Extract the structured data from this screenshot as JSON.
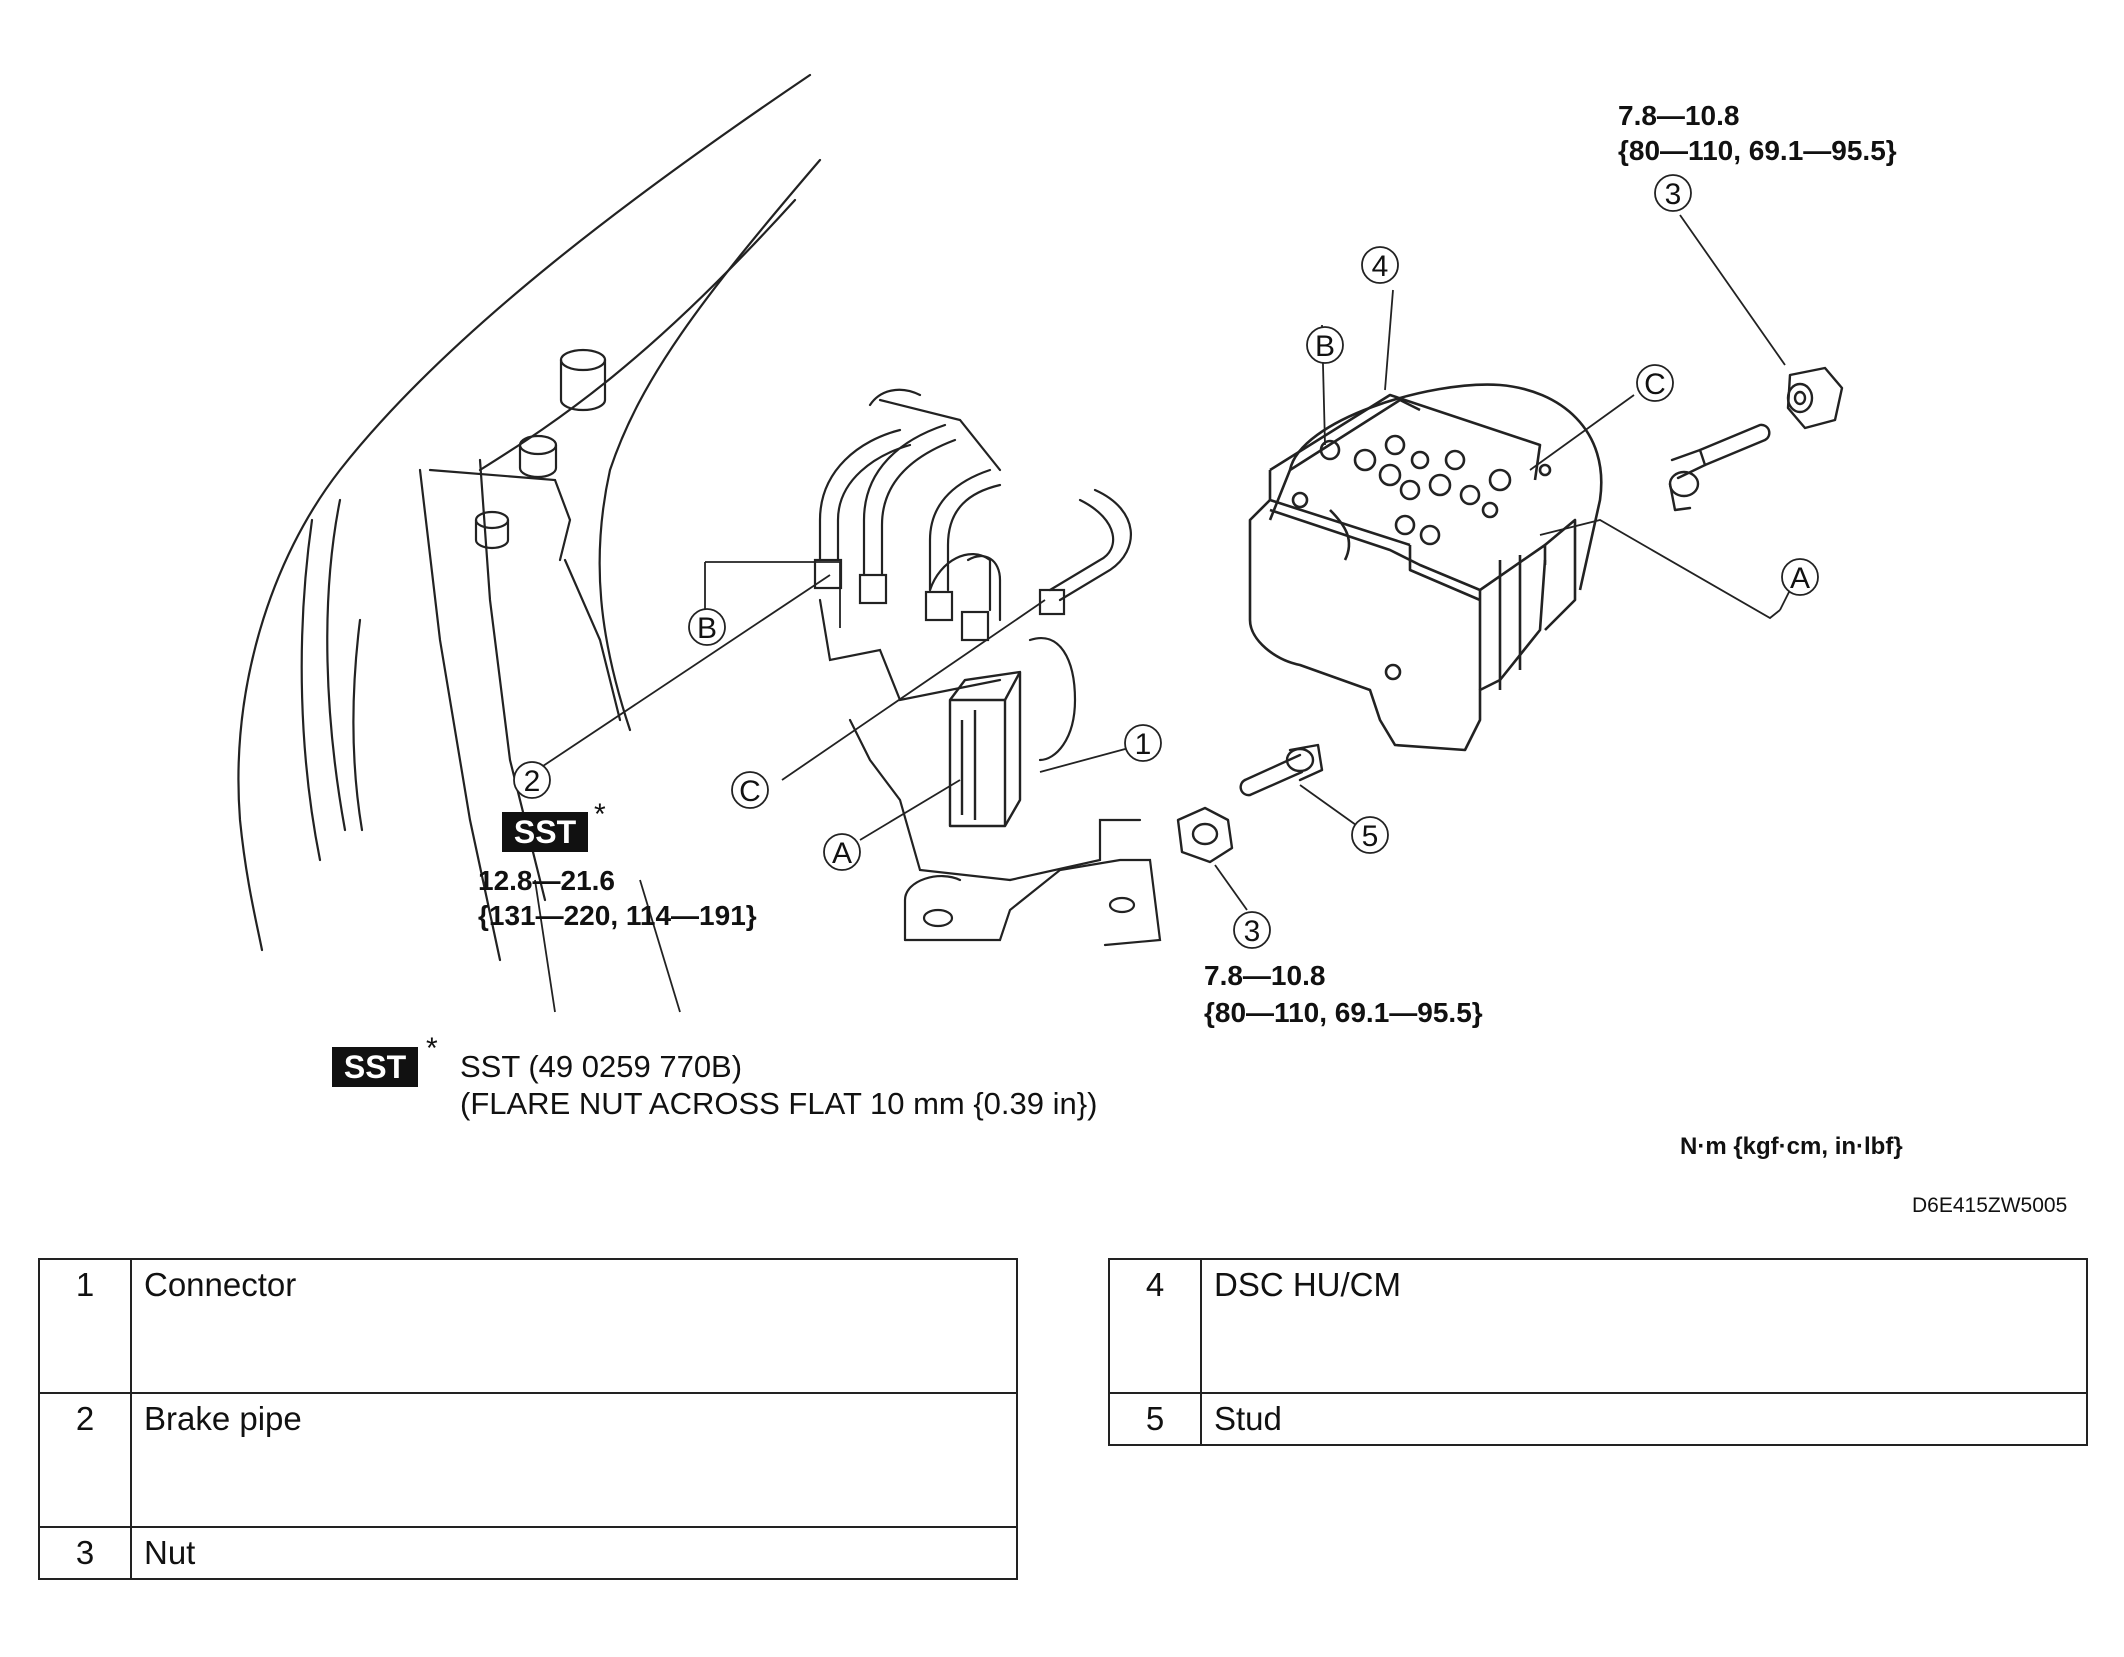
{
  "torque_labels": {
    "top_right": {
      "line1": "7.8—10.8",
      "line2": "{80—110, 69.1—95.5}"
    },
    "left": {
      "line1": "12.8—21.6",
      "line2": "{131—220, 114—191}"
    },
    "bottom": {
      "line1": "7.8—10.8",
      "line2": "{80—110, 69.1—95.5}"
    }
  },
  "callouts": {
    "n1": "1",
    "n2": "2",
    "n3_top": "3",
    "n3_bottom": "3",
    "n4": "4",
    "n5": "5",
    "a_left": "A",
    "a_right": "A",
    "b_left": "B",
    "b_right": "B",
    "c_left": "C",
    "c_right": "C"
  },
  "sst_badge": {
    "label": "SST",
    "asterisk": "*"
  },
  "sst_note": {
    "line1": "SST (49 0259 770B)",
    "line2": "(FLARE NUT ACROSS FLAT 10 mm {0.39 in})"
  },
  "units_note": "N·m {kgf·cm, in·lbf}",
  "figure_code": "D6E415ZW5005",
  "parts_left": [
    {
      "num": "1",
      "name": "Connector"
    },
    {
      "num": "2",
      "name": "Brake pipe"
    },
    {
      "num": "3",
      "name": "Nut"
    }
  ],
  "parts_right": [
    {
      "num": "4",
      "name": "DSC HU/CM"
    },
    {
      "num": "5",
      "name": "Stud"
    }
  ]
}
